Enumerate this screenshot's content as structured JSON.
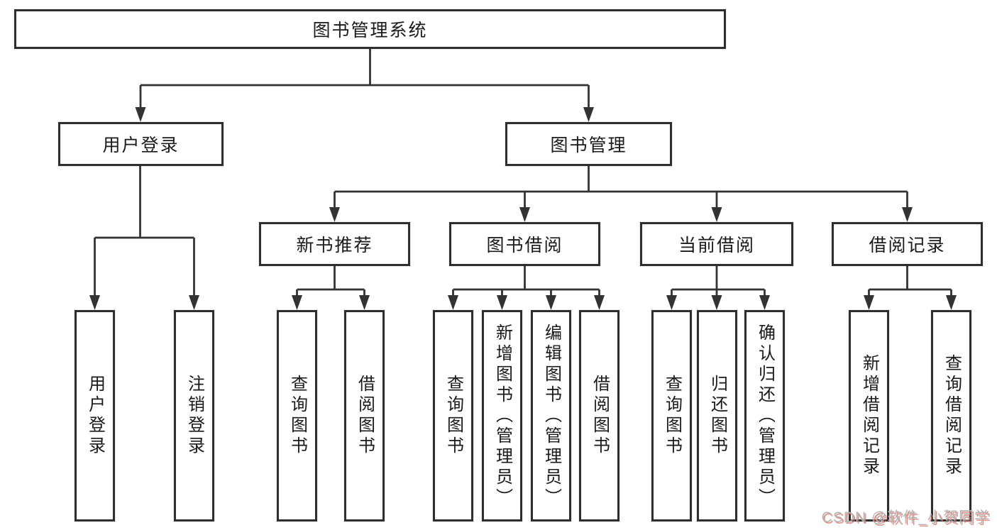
{
  "diagram": {
    "root": {
      "label": "图书管理系统"
    },
    "user_login": {
      "label": "用户登录",
      "children": [
        "用户登录",
        "注销登录"
      ]
    },
    "book_mgmt": {
      "label": "图书管理",
      "groups": [
        {
          "label": "新书推荐",
          "children": [
            "查询图书",
            "借阅图书"
          ]
        },
        {
          "label": "图书借阅",
          "children": [
            "查询图书",
            "新增图书（管理员）",
            "编辑图书（管理员）",
            "借阅图书"
          ]
        },
        {
          "label": "当前借阅",
          "children": [
            "查询图书",
            "归还图书",
            "确认归还（管理员）"
          ]
        },
        {
          "label": "借阅记录",
          "children": [
            "新增借阅记录",
            "查询借阅记录"
          ]
        }
      ]
    },
    "watermark": "CSDN @软件_小贺同学",
    "colors": {
      "line": "#333333",
      "border": "#2e2e2e",
      "text": "#1a1a1a",
      "watermark_gray": "#b4b4b4",
      "watermark_shadow": "#de6a61"
    }
  }
}
